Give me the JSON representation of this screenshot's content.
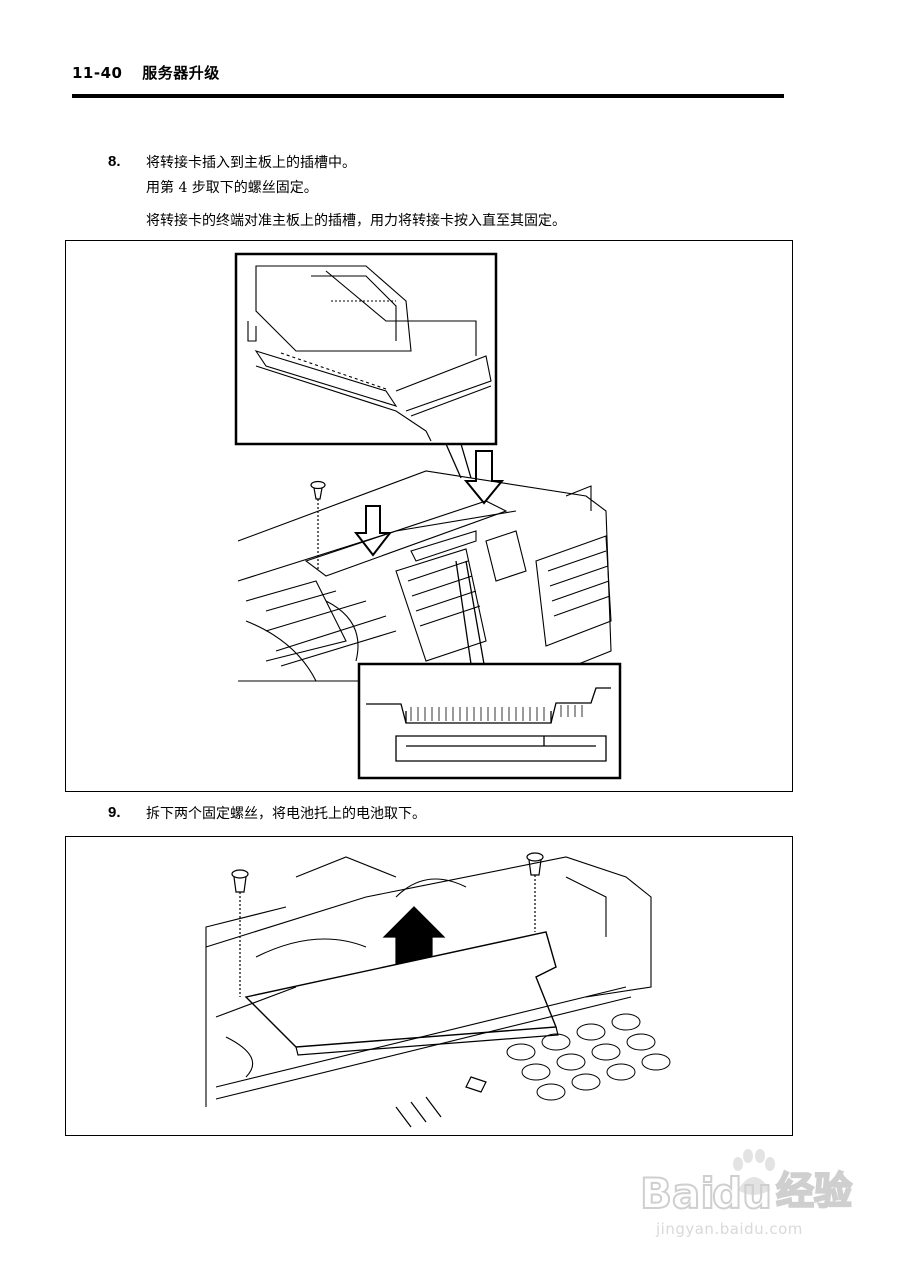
{
  "header": {
    "page_number": "11-40",
    "title": "服务器升级"
  },
  "steps": [
    {
      "number": "8.",
      "lines": [
        "将转接卡插入到主板上的插槽中。",
        "用第 4 步取下的螺丝固定。"
      ],
      "note": "将转接卡的终端对准主板上的插槽，用力将转接卡按入直至其固定。"
    },
    {
      "number": "9.",
      "lines": [
        "拆下两个固定螺丝，将电池托上的电池取下。"
      ]
    }
  ],
  "watermark": {
    "brand": "Bai",
    "brand2": "du",
    "suffix": "经验",
    "url": "jingyan.baidu.com"
  }
}
